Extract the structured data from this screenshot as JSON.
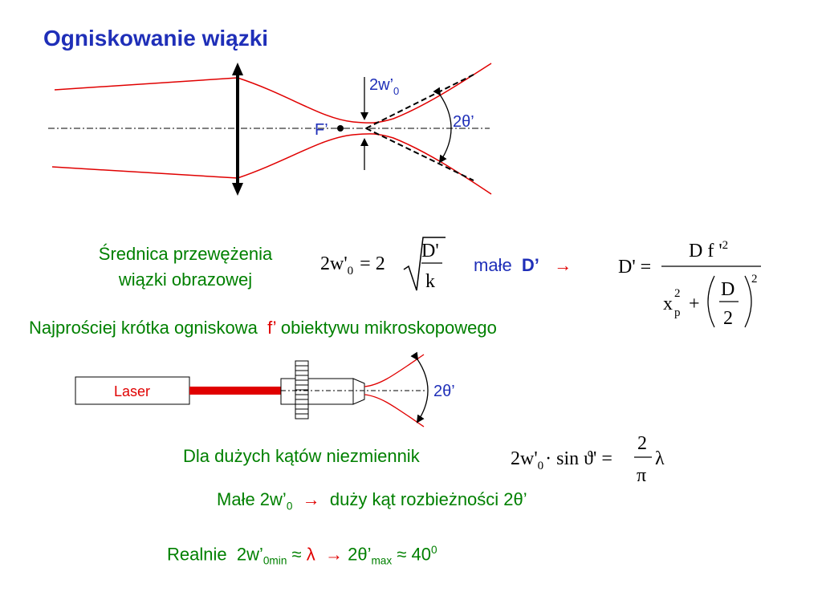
{
  "title": "Ogniskowanie wiązki",
  "diagram1": {
    "label_waist": "2w’",
    "label_waist_sub": "0",
    "label_angle": "2θ’",
    "label_focus": "F’"
  },
  "waist_caption": {
    "line1": "Średnica przewężenia",
    "line2": "wiązki obrazowej"
  },
  "formula1": {
    "lhs": "2w'",
    "lhs_sub": "0",
    "eq": "= 2",
    "num": "D'",
    "den": "k"
  },
  "small_d": {
    "text": "małe",
    "symbol": "D’",
    "arrow": "→"
  },
  "formula2": {
    "lhs": "D' =",
    "num": "D f '",
    "num_sup": "2",
    "x": "x",
    "x_sup": "2",
    "x_sub": "p",
    "plus": "+",
    "frac_num": "D",
    "frac_den": "2",
    "paren_sup": "2"
  },
  "line_short_focal": {
    "part1": "Najprościej krótka ogniskowa",
    "symbol": "f’",
    "part2": "obiektywu mikroskopowego"
  },
  "diagram2": {
    "laser_label": "Laser",
    "angle_label": "2θ’"
  },
  "invariant": {
    "text": "Dla dużych kątów niezmiennik",
    "lhs": "2w'",
    "lhs_sub": "0",
    "mid": "· sin ϑ' =",
    "num": "2",
    "den": "π",
    "rhs": "λ"
  },
  "small_waist": {
    "part1": "Małe 2w’",
    "sub": "0",
    "arrow": "→",
    "part2": "duży kąt rozbieżności 2θ’"
  },
  "realnie": {
    "word": "Realnie",
    "part1": "2w’",
    "sub": "0min",
    "approx1": "≈",
    "lambda": "λ",
    "arrow": "→",
    "part2": "2θ’",
    "sub2": "max",
    "approx2": "≈ 40",
    "sup": "0"
  }
}
